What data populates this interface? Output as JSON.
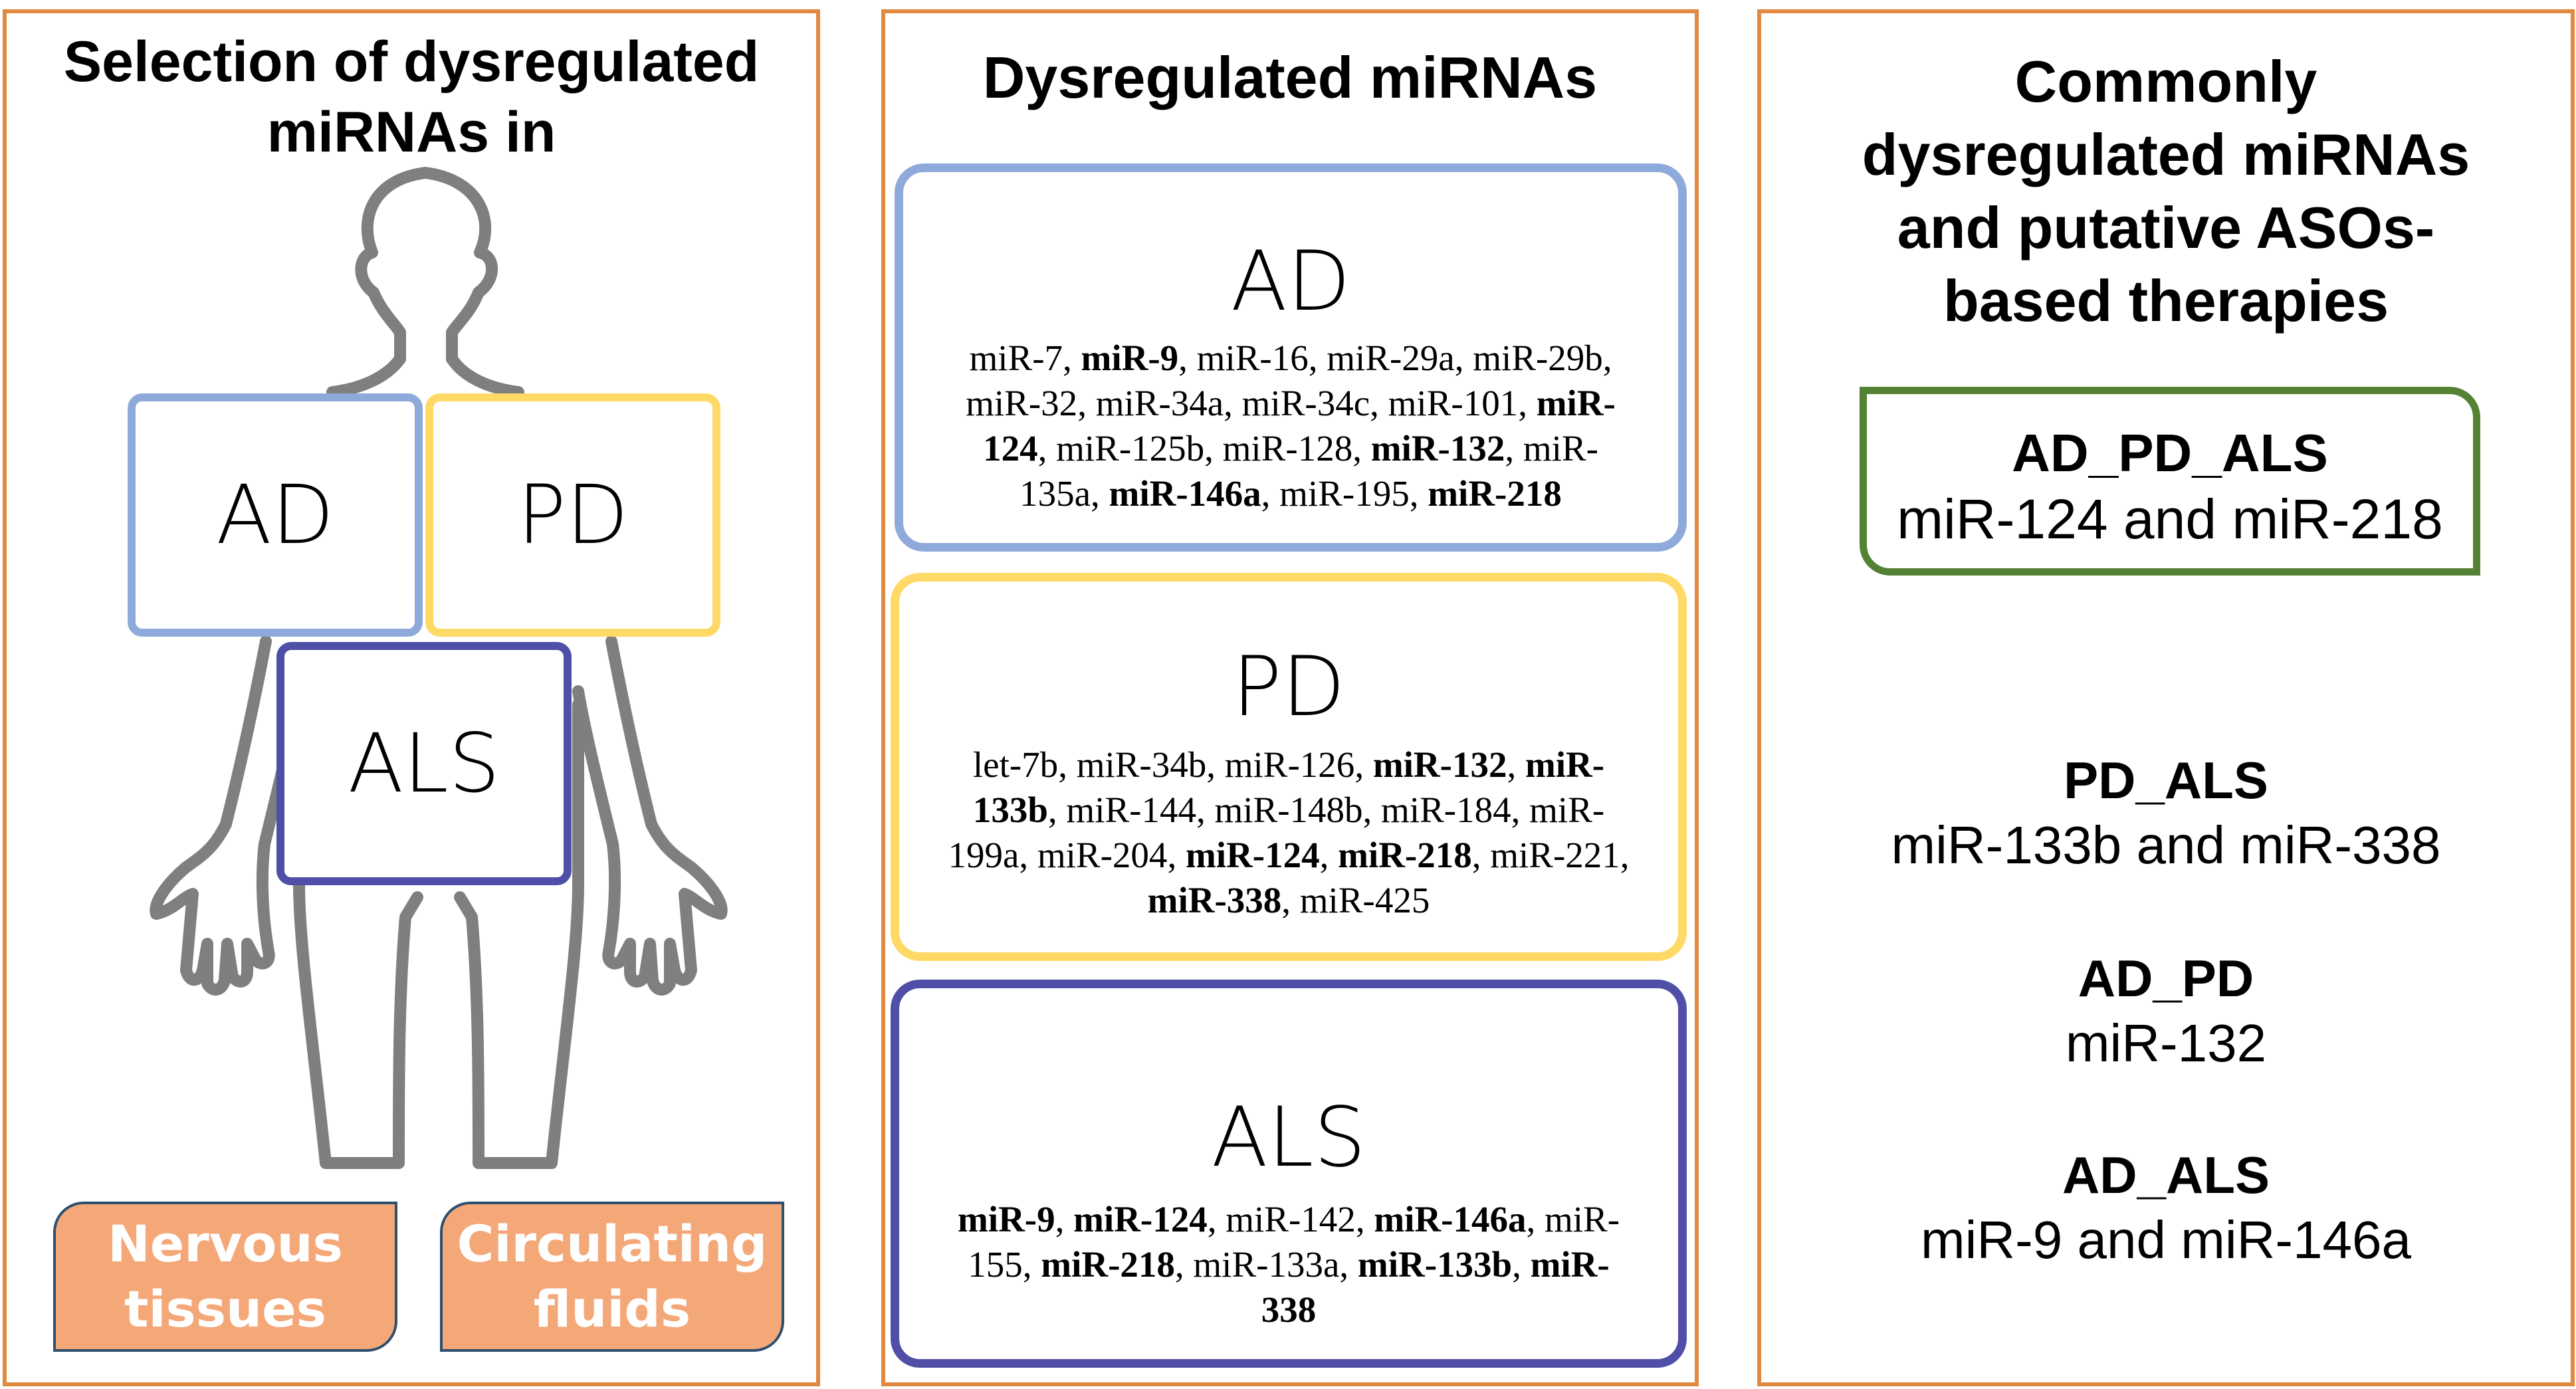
{
  "left_panel": {
    "title_line1": "Selection of dysregulated",
    "title_line2": "miRNAs in",
    "diseases": {
      "ad": "AD",
      "pd": "PD",
      "als": "ALS"
    },
    "sources": [
      {
        "line1": "Nervous",
        "line2": "tissues"
      },
      {
        "line1": "Circulating",
        "line2": "fluids"
      }
    ]
  },
  "middle_panel": {
    "title": "Dysregulated miRNAs",
    "ad": {
      "label": "AD",
      "mirnas": [
        {
          "t": "miR-7",
          "b": false
        },
        {
          "t": "miR-9",
          "b": true
        },
        {
          "t": "miR-16",
          "b": false
        },
        {
          "t": "miR-29a",
          "b": false
        },
        {
          "t": "miR-29b",
          "b": false
        },
        {
          "t": "miR-32",
          "b": false
        },
        {
          "t": "miR-34a",
          "b": false
        },
        {
          "t": "miR-34c",
          "b": false
        },
        {
          "t": "miR-101",
          "b": false
        },
        {
          "t": "miR-124",
          "b": true
        },
        {
          "t": "miR-125b",
          "b": false
        },
        {
          "t": "miR-128",
          "b": false
        },
        {
          "t": "miR-132",
          "b": true
        },
        {
          "t": "miR-135a",
          "b": false
        },
        {
          "t": "miR-146a",
          "b": true
        },
        {
          "t": "miR-195",
          "b": false
        },
        {
          "t": "miR-218",
          "b": true
        }
      ]
    },
    "pd": {
      "label": "PD",
      "mirnas": [
        {
          "t": "let-7b",
          "b": false
        },
        {
          "t": "miR-34b",
          "b": false
        },
        {
          "t": "miR-126",
          "b": false
        },
        {
          "t": "miR-132",
          "b": true
        },
        {
          "t": "miR-133b",
          "b": true
        },
        {
          "t": "miR-144",
          "b": false
        },
        {
          "t": "miR-148b",
          "b": false
        },
        {
          "t": "miR-184",
          "b": false
        },
        {
          "t": "miR-199a",
          "b": false
        },
        {
          "t": "miR-204",
          "b": false
        },
        {
          "t": "miR-124",
          "b": true
        },
        {
          "t": "miR-218",
          "b": true
        },
        {
          "t": "miR-221",
          "b": false
        },
        {
          "t": "miR-338",
          "b": true
        },
        {
          "t": "miR-425",
          "b": false
        }
      ]
    },
    "als": {
      "label": "ALS",
      "mirnas": [
        {
          "t": "miR-9",
          "b": true
        },
        {
          "t": "miR-124",
          "b": true
        },
        {
          "t": "miR-142",
          "b": false
        },
        {
          "t": "miR-146a",
          "b": true
        },
        {
          "t": "miR-155",
          "b": false
        },
        {
          "t": "miR-218",
          "b": true
        },
        {
          "t": "miR-133a",
          "b": false
        },
        {
          "t": "miR-133b",
          "b": true
        },
        {
          "t": "miR-338",
          "b": true
        }
      ]
    }
  },
  "right_panel": {
    "title_lines": [
      "Commonly",
      "dysregulated miRNAs",
      "and putative ASOs-",
      "based therapies"
    ],
    "ad_pd_als": {
      "name": "AD_PD_ALS",
      "value": "miR-124 and miR-218"
    },
    "pd_als": {
      "name": "PD_ALS",
      "value": "miR-133b and miR-338"
    },
    "ad_pd": {
      "name": "AD_PD",
      "value": "miR-132"
    },
    "ad_als": {
      "name": "AD_ALS",
      "value": "miR-9 and miR-146a"
    }
  },
  "colors": {
    "panel_border": "#e0893f",
    "ad_border": "#8eaadb",
    "pd_border": "#ffd966",
    "als_border": "#4f4fa8",
    "common_border": "#548235",
    "source_fill": "#f4a878",
    "silhouette": "#7f7f7f"
  }
}
